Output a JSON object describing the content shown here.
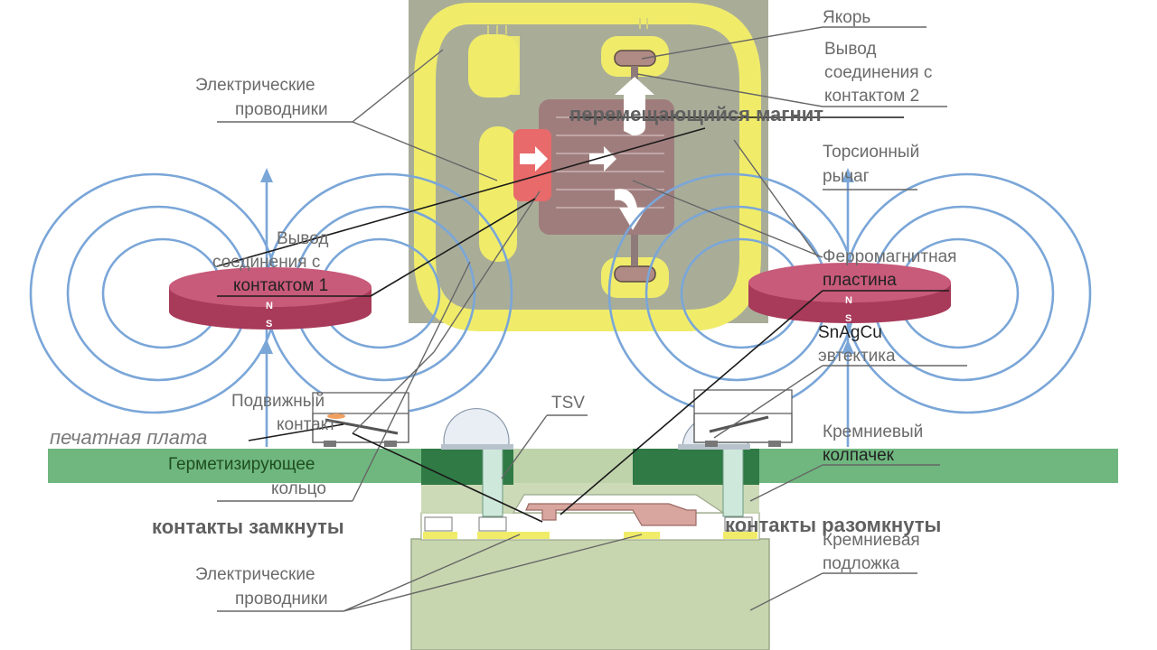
{
  "labels": {
    "anchor": "Якорь",
    "contact2_output": [
      "Вывод",
      "соединения с",
      "контактом 2"
    ],
    "electric_conductors_top": [
      "Электрические",
      "проводники"
    ],
    "moving_magnet": "перемещающийся магнит",
    "torsion_lever": [
      "Торсионный",
      "рычаг"
    ],
    "contact1_output": [
      "Вывод",
      "соединения с",
      "контактом 1"
    ],
    "ferromagnetic_plate": [
      "Ферромагнитная",
      "пластина"
    ],
    "snagcu_eutectic": [
      "SnAgCu",
      "эвтектика"
    ],
    "movable_contact": [
      "Подвижный",
      "контакт"
    ],
    "tsv": "TSV",
    "pcb": "печатная плата",
    "sealing_ring": [
      "Герметизирующее",
      "кольцо"
    ],
    "silicon_cap": [
      "Кремниевый",
      "колпачек"
    ],
    "contacts_closed": "контакты замкнуты",
    "contacts_open": "контакты разомкнуты",
    "silicon_substrate": [
      "Кремниевая",
      "подложка"
    ],
    "electric_conductors_bottom": [
      "Электрические",
      "проводники"
    ],
    "pole_north": "N",
    "pole_south": "S"
  },
  "colors": {
    "field_lines": "#7aa6d8",
    "magnet_top": "#c85a7a",
    "magnet_side": "#a83a5a",
    "chip_bg": "#a9ad98",
    "yellow_frame": "#f0ec6a",
    "pcb": "#6fb77f",
    "substrate": "#c8d6b0",
    "cap": "#2f7a45"
  }
}
